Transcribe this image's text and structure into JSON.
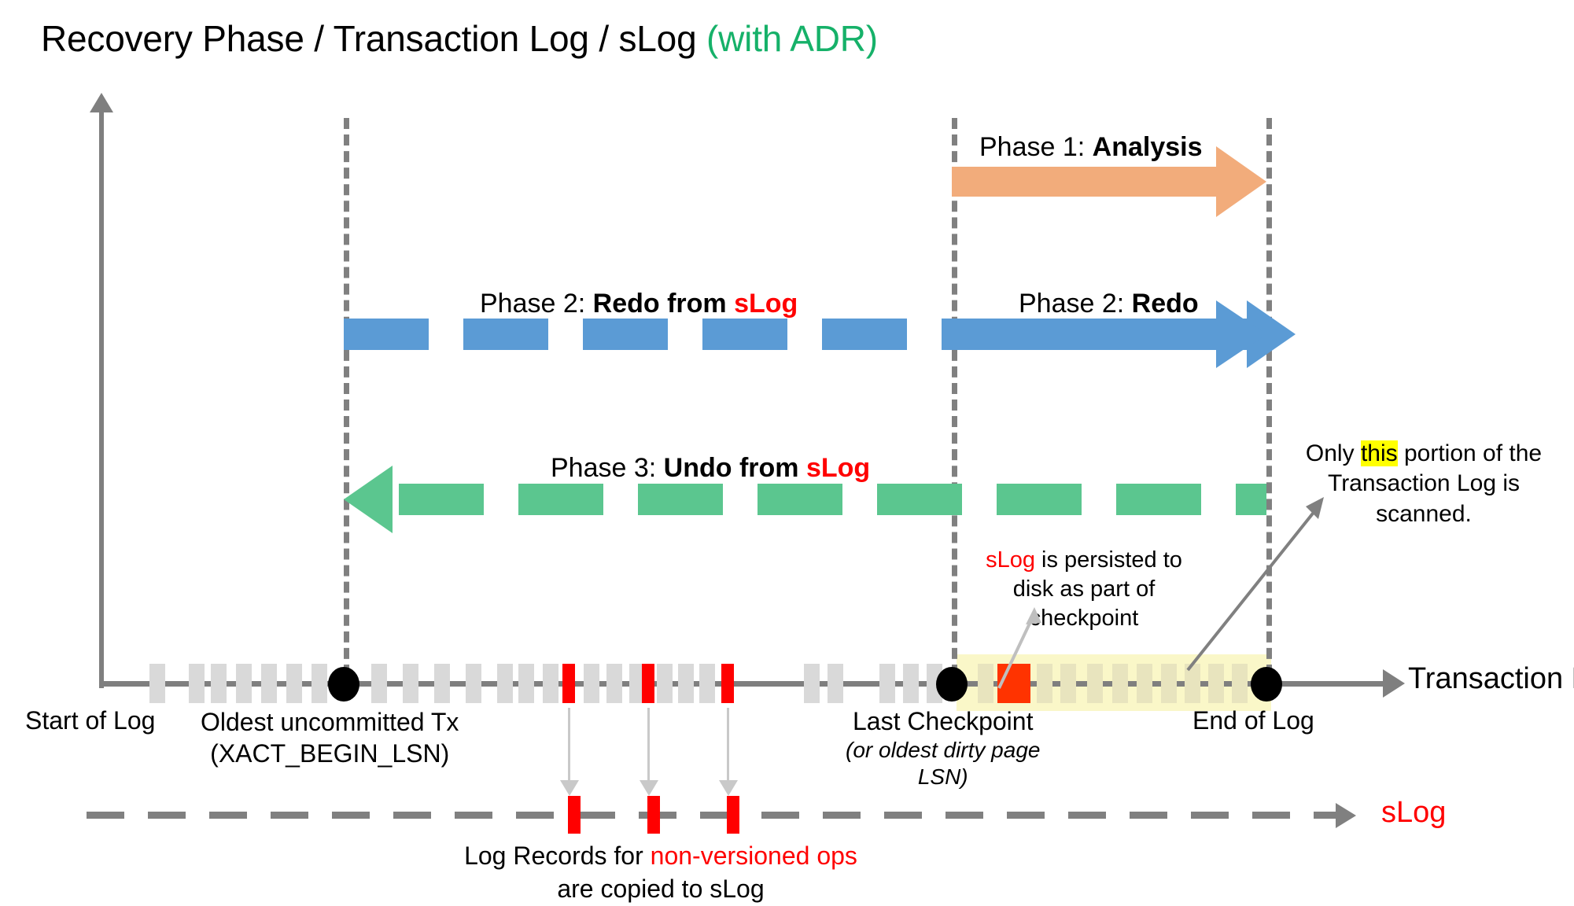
{
  "title": {
    "main": "Recovery Phase / Transaction Log / sLog ",
    "suffix": "(with ADR)"
  },
  "phases": {
    "p1": {
      "prefix": "Phase 1: ",
      "name": "Analysis",
      "color": "#F2AC7B",
      "style": "solid"
    },
    "p2a": {
      "prefix": "Phase 2: ",
      "name": "Redo from ",
      "emph": "sLog",
      "color": "#5B9BD5",
      "style": "dashed"
    },
    "p2b": {
      "prefix": "Phase 2: ",
      "name": "Redo",
      "color": "#5B9BD5",
      "style": "solid"
    },
    "p3": {
      "prefix": "Phase 3: ",
      "name": "Undo from ",
      "emph": "sLog",
      "color": "#5BC68F",
      "style": "dashed-left"
    }
  },
  "timeline": {
    "start_label": "Start of Log",
    "oldest_label": "Oldest uncommitted Tx",
    "oldest_sub": "(XACT_BEGIN_LSN)",
    "checkpoint_label": "Last Checkpoint",
    "checkpoint_sub_1": "(or oldest dirty page",
    "checkpoint_sub_2": "LSN)",
    "end_label": "End of Log",
    "axis_label": "Transaction Log"
  },
  "slog": {
    "axis_label": "sLog",
    "note_line1_a": "Log Records for ",
    "note_line1_b": "non-versioned ops",
    "note_line2": "are copied to sLog"
  },
  "callouts": {
    "slog_persist_a": "sLog",
    "slog_persist_b": " is persisted to",
    "slog_persist_c": "disk as part of",
    "slog_persist_d": "checkpoint",
    "scan_a": "Only ",
    "scan_hl": "this",
    "scan_b": " portion of the",
    "scan_c": "Transaction Log is scanned."
  },
  "colors": {
    "analysis": "#F2AC7B",
    "redo": "#5B9BD5",
    "undo": "#5BC68F",
    "accent_red": "#FF0000",
    "accent_green": "#16B169",
    "highlight_yellow": "#FFFF00",
    "scan_band": "#FAF7C8",
    "axis_grey": "#7F7F7F",
    "tick_grey": "#D9D9D9"
  }
}
